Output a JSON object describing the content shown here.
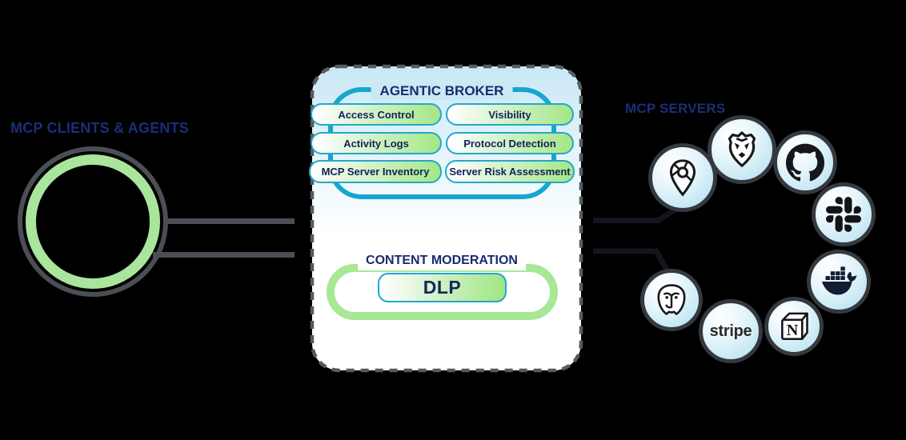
{
  "left": {
    "title": "MCP CLIENTS & AGENTS",
    "hub_icon": "client-hub-ring"
  },
  "broker": {
    "title": "AGENTIC BROKER",
    "buttons": [
      {
        "label": "Access Control"
      },
      {
        "label": "Visibility"
      },
      {
        "label": "Activity Logs"
      },
      {
        "label": "Protocol Detection"
      },
      {
        "label": "MCP Server Inventory"
      },
      {
        "label": "Server Risk Assessment"
      }
    ]
  },
  "moderation": {
    "title": "CONTENT MODERATION",
    "dlp_label": "DLP"
  },
  "servers": {
    "title": "MCP SERVERS",
    "items": [
      {
        "name": "google-maps",
        "icon": "map-pin-icon"
      },
      {
        "name": "brave",
        "icon": "brave-lion-icon"
      },
      {
        "name": "github",
        "icon": "github-octocat-icon"
      },
      {
        "name": "slack",
        "icon": "slack-icon"
      },
      {
        "name": "docker",
        "icon": "docker-whale-icon"
      },
      {
        "name": "notion",
        "icon": "notion-cube-icon",
        "label": "N"
      },
      {
        "name": "stripe",
        "icon": "stripe-wordmark",
        "label": "stripe"
      },
      {
        "name": "postgresql",
        "icon": "postgresql-elephant-icon"
      }
    ]
  },
  "colors": {
    "background": "#000000",
    "heading_navy": "#1b2e78",
    "accent_teal": "#17a6cd",
    "accent_green": "#a7e796",
    "pill_green": "#a3e786",
    "ring_gray": "#4b4f55",
    "ring_green": "#a9e59c",
    "connector_dark": "#14141d",
    "node_border": "#35393f",
    "node_fill": "#cdeaf5",
    "box_top": "#c9e8f5"
  }
}
